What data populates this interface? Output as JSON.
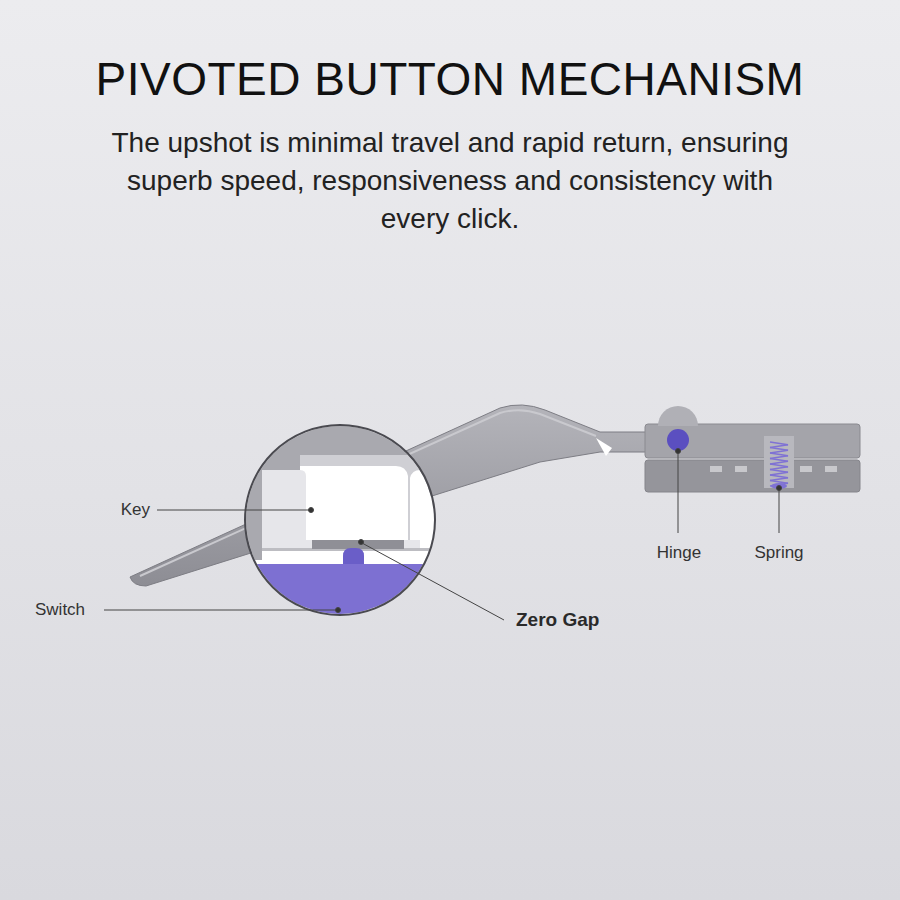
{
  "diagram": {
    "title": "PIVOTED BUTTON MECHANISM",
    "caption": "The upshot is minimal travel and rapid return, ensuring superb speed, responsiveness and consistency with every click.",
    "labels": [
      "Key",
      "Switch",
      "Zero Gap",
      "Hinge",
      "Spring"
    ]
  }
}
